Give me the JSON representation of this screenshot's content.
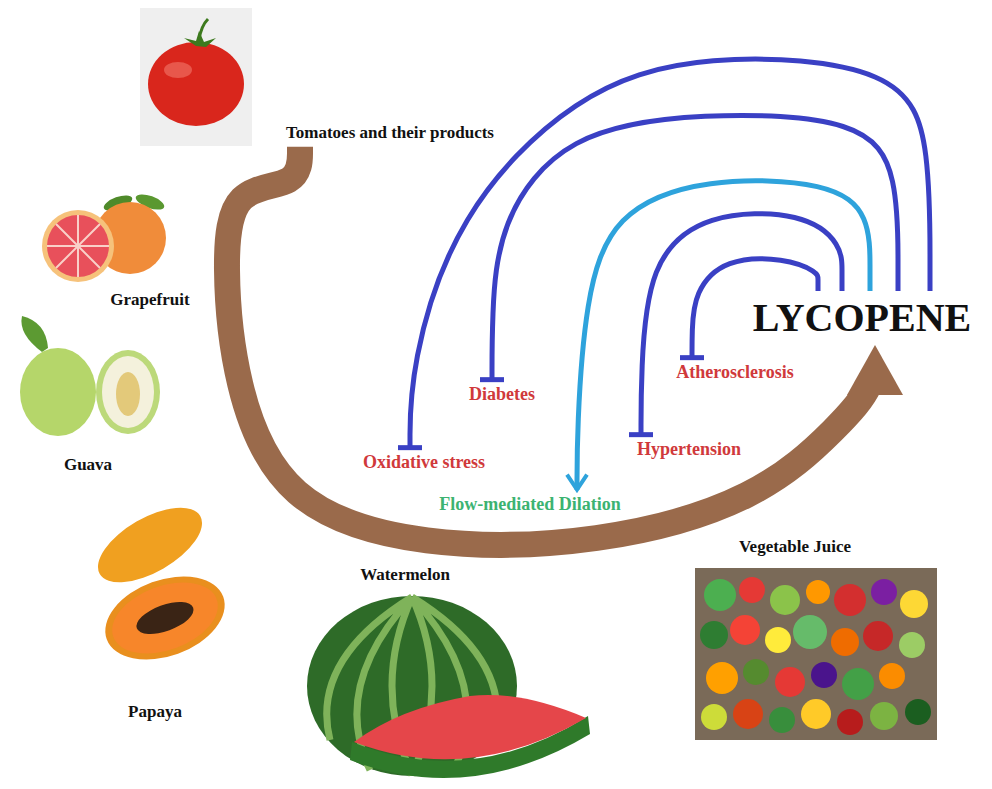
{
  "diagram": {
    "nodes": [
      {
        "text": [
          "Tomatoes and their products"
        ]
      },
      {
        "text": [
          "Grapefruit"
        ]
      },
      {
        "text": [
          "LYCOPENE"
        ]
      },
      {
        "text": [
          "Diabetes"
        ]
      },
      {
        "text": [
          "Atherosclerosis"
        ]
      },
      {
        "text": [
          "Guava"
        ]
      },
      {
        "text": [
          "Oxidative stress"
        ]
      },
      {
        "text": [
          "Hypertension"
        ]
      },
      {
        "text": [
          "Flow-mediated Dilation"
        ]
      },
      {
        "text": [
          "Vegetable Juice"
        ]
      },
      {
        "text": [
          "Watermelon"
        ]
      },
      {
        "text": [
          "Papaya"
        ]
      }
    ],
    "edges": [
      {
        "from": 0,
        "to": 2,
        "arrow": "to"
      },
      {
        "from": 2,
        "to": 6,
        "arrow": "to"
      },
      {
        "from": 2,
        "to": 3,
        "arrow": "to"
      },
      {
        "from": 2,
        "to": 8,
        "arrow": "to"
      },
      {
        "from": 2,
        "to": 7,
        "arrow": "to"
      },
      {
        "from": 2,
        "to": 4,
        "arrow": "to"
      }
    ]
  }
}
